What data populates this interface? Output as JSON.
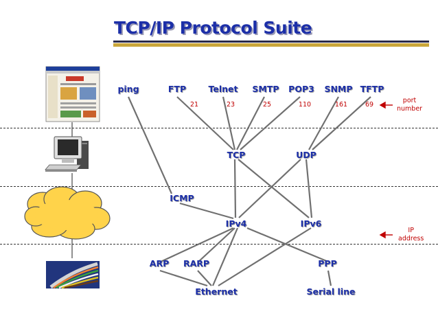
{
  "title": "TCP/IP Protocol Suite",
  "protocols": {
    "ping": "ping",
    "ftp": "FTP",
    "telnet": "Telnet",
    "smtp": "SMTP",
    "pop3": "POP3",
    "snmp": "SNMP",
    "tftp": "TFTP",
    "tcp": "TCP",
    "udp": "UDP",
    "icmp": "ICMP",
    "ipv4": "IPv4",
    "ipv6": "IPv6",
    "arp": "ARP",
    "rarp": "RARP",
    "ppp": "PPP",
    "ethernet": "Ethernet",
    "serial": "Serial line"
  },
  "ports": {
    "ftp": "21",
    "telnet": "23",
    "smtp": "25",
    "pop3": "110",
    "snmp": "161",
    "tftp": "69"
  },
  "notes": {
    "port_line1": "port",
    "port_line2": "number",
    "ip_line1": "IP",
    "ip_line2": "address"
  },
  "colors": {
    "title": "#1c2fa8",
    "port": "#c00000",
    "cloud": "#ffd34a",
    "rule_gold": "#caa63a"
  },
  "icons": [
    "web-browser-icon",
    "computer-icon",
    "network-cloud-icon",
    "cable-icon"
  ]
}
